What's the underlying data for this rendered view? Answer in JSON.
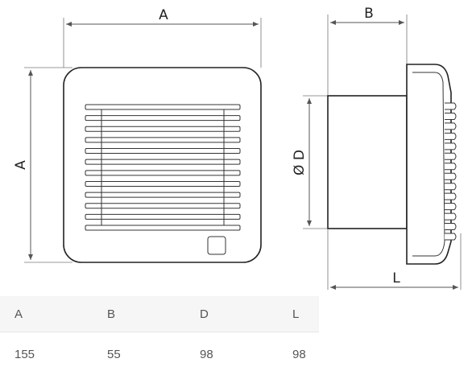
{
  "labels": {
    "front_width": "A",
    "front_height": "A",
    "side_depth": "B",
    "diameter": "Ø D",
    "total_length": "L"
  },
  "table": {
    "headers": [
      "A",
      "B",
      "D",
      "L"
    ],
    "values": [
      "155",
      "55",
      "98",
      "98"
    ]
  },
  "grille": {
    "slats": 12
  }
}
